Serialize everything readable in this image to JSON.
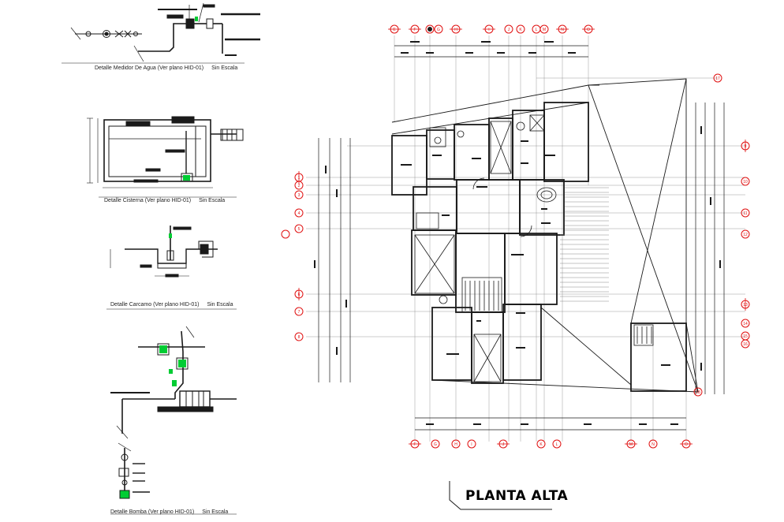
{
  "details": {
    "water_meter": {
      "title": "Detalle Medidor De Agua (Ver plano HID-01)",
      "scale": "Sin Escala"
    },
    "cistern": {
      "title": "Detalle Cisterna (Ver plano HID-01)",
      "scale": "Sin Escala"
    },
    "sump": {
      "title": "Detalle Carcamo (Ver plano HID-01)",
      "scale": "Sin Escala"
    },
    "pump": {
      "title": "Detalle Bomba (Ver plano HID-01)",
      "scale": "Sin Escala"
    }
  },
  "plan": {
    "title": "PLANTA ALTA",
    "top_axes": [
      "E",
      "F",
      "G",
      "H",
      "I",
      "J",
      "K",
      "L",
      "M",
      "N",
      "O",
      "P"
    ],
    "bottom_axes": [
      "F",
      "G",
      "H",
      "I",
      "J",
      "K",
      "L",
      "M",
      "N",
      "O"
    ],
    "left_axes": [
      "1",
      "2",
      "3",
      "4",
      "5",
      "6",
      "7",
      "8"
    ],
    "right_axes": [
      "9",
      "10",
      "11",
      "12",
      "13",
      "14",
      "15",
      "16",
      "17",
      "18"
    ]
  },
  "colors": {
    "ink": "#1a1a1a",
    "axis_bubble": "#e01010",
    "pipe_accent": "#00cc33",
    "axis_line": "#999999"
  }
}
